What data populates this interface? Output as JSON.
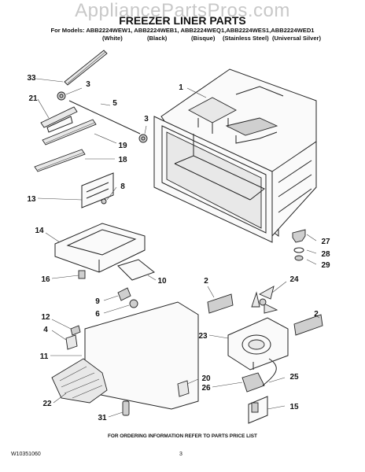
{
  "watermark": "AppliancePartsPros.com",
  "header": {
    "title": "FREEZER LINER PARTS",
    "models_line": "For Models: ABB2224WEW1, ABB2224WEB1, ABB2224WEQ1,ABB2224WES1,ABB2224WED1",
    "colors": [
      "(White)",
      "(Black)",
      "(Bisque)",
      "(Stainless Steel)",
      "(Universal Silver)"
    ]
  },
  "callouts": {
    "c1": "1",
    "c2a": "2",
    "c2b": "2",
    "c3a": "3",
    "c3b": "3",
    "c4": "4",
    "c5": "5",
    "c6": "6",
    "c8": "8",
    "c9": "9",
    "c10": "10",
    "c11": "11",
    "c12": "12",
    "c13": "13",
    "c14": "14",
    "c15": "15",
    "c16": "16",
    "c18": "18",
    "c19": "19",
    "c20": "20",
    "c21": "21",
    "c22": "22",
    "c23": "23",
    "c24": "24",
    "c25": "25",
    "c26": "26",
    "c27": "27",
    "c28": "28",
    "c29": "29",
    "c31": "31",
    "c33": "33"
  },
  "footer": {
    "note": "FOR ORDERING INFORMATION REFER TO PARTS PRICE LIST",
    "doc_number": "W10351060",
    "page_number": "3"
  }
}
